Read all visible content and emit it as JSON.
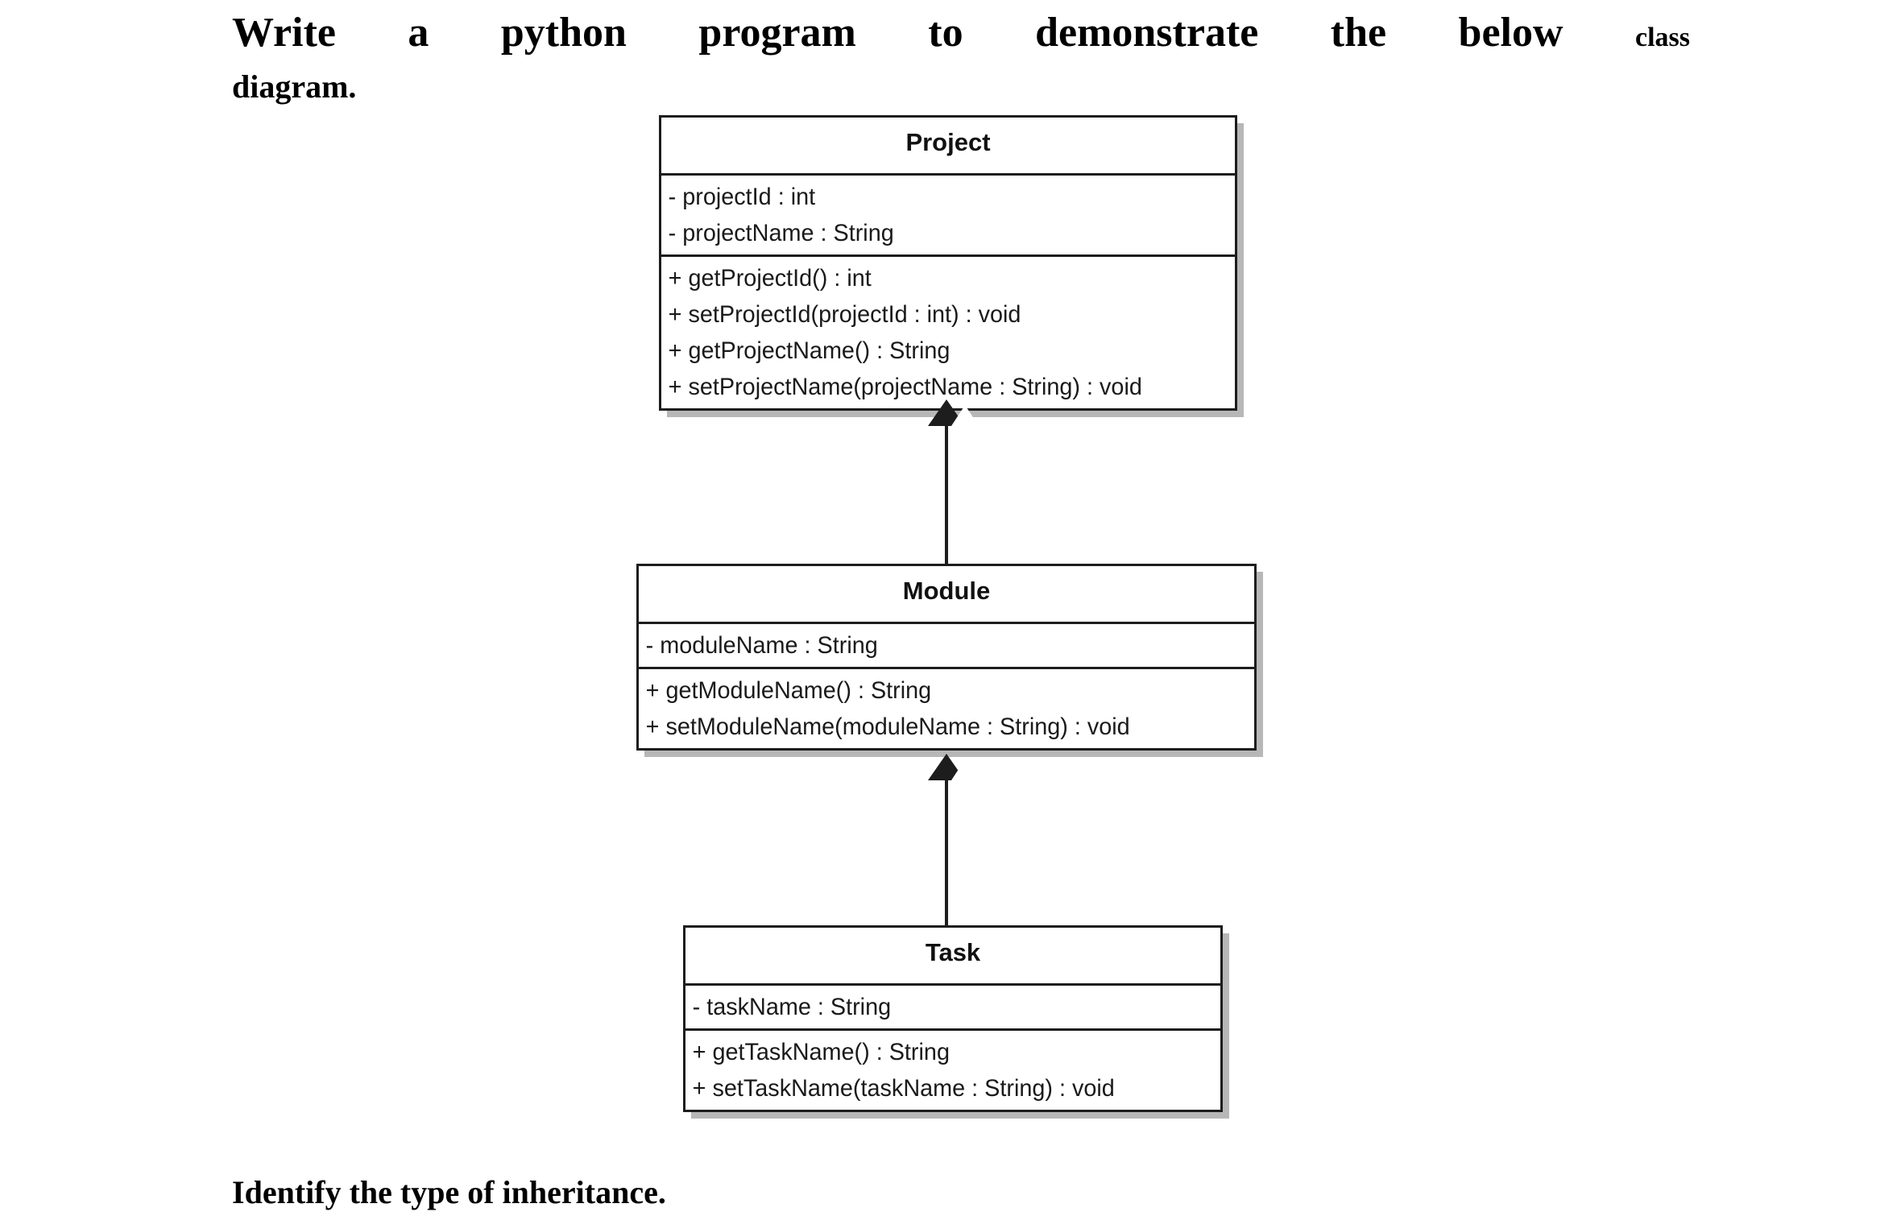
{
  "question": {
    "heading_line1_main": "Write a python program to demonstrate the below",
    "heading_line1_tail": "class",
    "heading_line2": "diagram.",
    "footer": "Identify the type of inheritance."
  },
  "diagram": {
    "type": "uml-class-diagram",
    "relationship": "generalization",
    "classes": [
      {
        "id": "project",
        "name": "Project",
        "attributes": [
          "- projectId : int",
          "- projectName : String"
        ],
        "methods": [
          "+ getProjectId() : int",
          "+ setProjectId(projectId : int) : void",
          "+ getProjectName() : String",
          "+ setProjectName(projectName : String) : void"
        ]
      },
      {
        "id": "module",
        "name": "Module",
        "attributes": [
          "- moduleName : String"
        ],
        "methods": [
          "+ getModuleName() : String",
          "+ setModuleName(moduleName : String) : void"
        ]
      },
      {
        "id": "task",
        "name": "Task",
        "attributes": [
          "- taskName : String"
        ],
        "methods": [
          "+ getTaskName() : String",
          "+ setTaskName(taskName : String) : void"
        ]
      }
    ],
    "relations": [
      {
        "id": "project-module",
        "from": "Module",
        "to": "Project",
        "kind": "inherits"
      },
      {
        "id": "module-task",
        "from": "Task",
        "to": "Module",
        "kind": "inherits"
      }
    ],
    "colors": {
      "box_fill": "#ffffff",
      "box_border": "#1d1d1d",
      "shadow": "#aaaaaa",
      "text": "#111111",
      "page_background": "#ffffff"
    }
  }
}
